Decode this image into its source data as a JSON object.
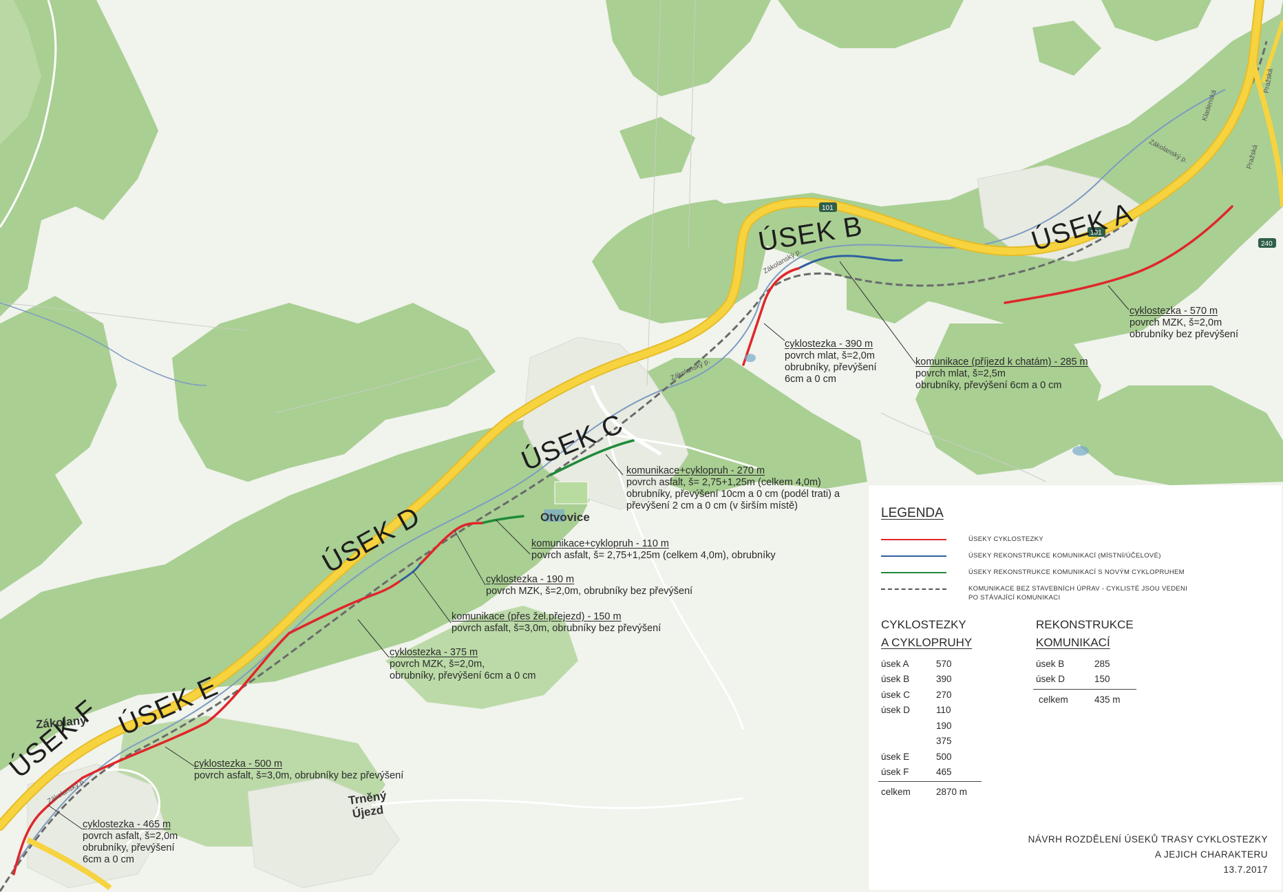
{
  "sections": {
    "a": "ÚSEK A",
    "b": "ÚSEK B",
    "c": "ÚSEK C",
    "d": "ÚSEK D",
    "e": "ÚSEK E",
    "f": "ÚSEK F"
  },
  "annotations": {
    "a": {
      "title": "cyklostezka - 570 m",
      "l1": "povrch MZK, š=2,0m",
      "l2": "obrubníky bez převýšení"
    },
    "b1": {
      "title": "cyklostezka - 390 m",
      "l1": "povrch mlat, š=2,0m",
      "l2": "obrubníky, převýšení",
      "l3": "6cm a 0 cm"
    },
    "b2": {
      "title": "komunikace (příjezd k chatám) - 285 m",
      "l1": "povrch mlat, š=2,5m",
      "l2": "obrubníky, převýšení 6cm a 0 cm"
    },
    "c": {
      "title": "komunikace+cyklopruh - 270 m",
      "l1": "povrch asfalt, š= 2,75+1,25m (celkem 4,0m)",
      "l2": "obrubníky, převýšení 10cm a 0 cm (podél trati) a",
      "l3": "převýšení 2 cm a 0 cm (v širším místě)"
    },
    "d1": {
      "title": "komunikace+cyklopruh - 110 m",
      "l1": "povrch asfalt, š= 2,75+1,25m (celkem 4,0m), obrubníky"
    },
    "d2": {
      "title": "cyklostezka - 190 m",
      "l1": "povrch MZK, š=2,0m, obrubníky bez převýšení"
    },
    "d3": {
      "title": "komunikace (přes žel.přejezd) - 150 m",
      "l1": "povrch asfalt, š=3,0m, obrubníky bez převýšení"
    },
    "d4": {
      "title": "cyklostezka - 375 m",
      "l1": "povrch MZK, š=2,0m,",
      "l2": "obrubníky, převýšení 6cm a 0 cm"
    },
    "e": {
      "title": "cyklostezka - 500 m",
      "l1": "povrch asfalt, š=3,0m, obrubníky bez převýšení"
    },
    "f": {
      "title": "cyklostezka - 465 m",
      "l1": "povrch asfalt, š=2,0m",
      "l2": "obrubníky, převýšení",
      "l3": "6cm a 0 cm"
    }
  },
  "places": {
    "otvovice": "Otvovice",
    "zakolany": "Zákolany",
    "trneny1": "Trněný",
    "trneny2": "Újezd"
  },
  "road_labels": {
    "road101a": "101",
    "road101b": "101",
    "road240": "240",
    "prazska1": "Pražská",
    "prazska2": "Pražská",
    "kladenska": "Kladenská",
    "potok1": "Zákolanský p.",
    "potok2": "Zákolanský p.",
    "potok3": "Zákolanský p.",
    "potok4": "Zákolanský p."
  },
  "legend": {
    "title": "LEGENDA",
    "items": [
      {
        "label": "ÚSEKY CYKLOSTEZKY",
        "color": "#e0262a",
        "style": "solid"
      },
      {
        "label": "ÚSEKY REKONSTRUKCE KOMUNIKACÍ (MÍSTNÍ/ÚČELOVÉ)",
        "color": "#2f5f9e",
        "style": "solid"
      },
      {
        "label": "ÚSEKY REKONSTRUKCE KOMUNIKACÍ S NOVÝM CYKLOPRUHEM",
        "color": "#1f8a3a",
        "style": "solid"
      },
      {
        "label": "KOMUNIKACE BEZ STAVEBNÍCH ÚPRAV - CYKLISTÉ JSOU VEDENI",
        "label2": "PO STÁVAJÍCÍ KOMUNIKACI",
        "color": "#555555",
        "style": "dashed"
      }
    ]
  },
  "table_cyklo": {
    "title1": "CYKLOSTEZKY",
    "title2": "A CYKLOPRUHY",
    "rows": [
      {
        "usek": "úsek A",
        "m": "570"
      },
      {
        "usek": "úsek B",
        "m": "390"
      },
      {
        "usek": "úsek C",
        "m": "270"
      },
      {
        "usek": "úsek D",
        "m": "110"
      },
      {
        "usek": "",
        "m": "190"
      },
      {
        "usek": "",
        "m": "375"
      },
      {
        "usek": "úsek E",
        "m": "500"
      },
      {
        "usek": "úsek F",
        "m": "465"
      }
    ],
    "total_label": "celkem",
    "total": "2870 m"
  },
  "table_rekon": {
    "title1": "REKONSTRUKCE",
    "title2": "KOMUNIKACÍ",
    "rows": [
      {
        "usek": "úsek B",
        "m": "285"
      },
      {
        "usek": "úsek D",
        "m": "150"
      }
    ],
    "total_label": "celkem",
    "total": "435 m"
  },
  "doc": {
    "title1": "NÁVRH ROZDĚLENÍ ÚSEKŮ TRASY CYKLOSTEZKY",
    "title2": "A JEJICH CHARAKTERU",
    "date": "13.7.2017"
  },
  "colors": {
    "forest": "#a9cf93",
    "open": "#f1f3ed",
    "road": "#f6d33f",
    "stream": "#7e9cc0",
    "cycle": "#e0262a",
    "reconstruct": "#2f5f9e",
    "lane": "#1f8a3a",
    "rail": "#6a6a6a"
  }
}
